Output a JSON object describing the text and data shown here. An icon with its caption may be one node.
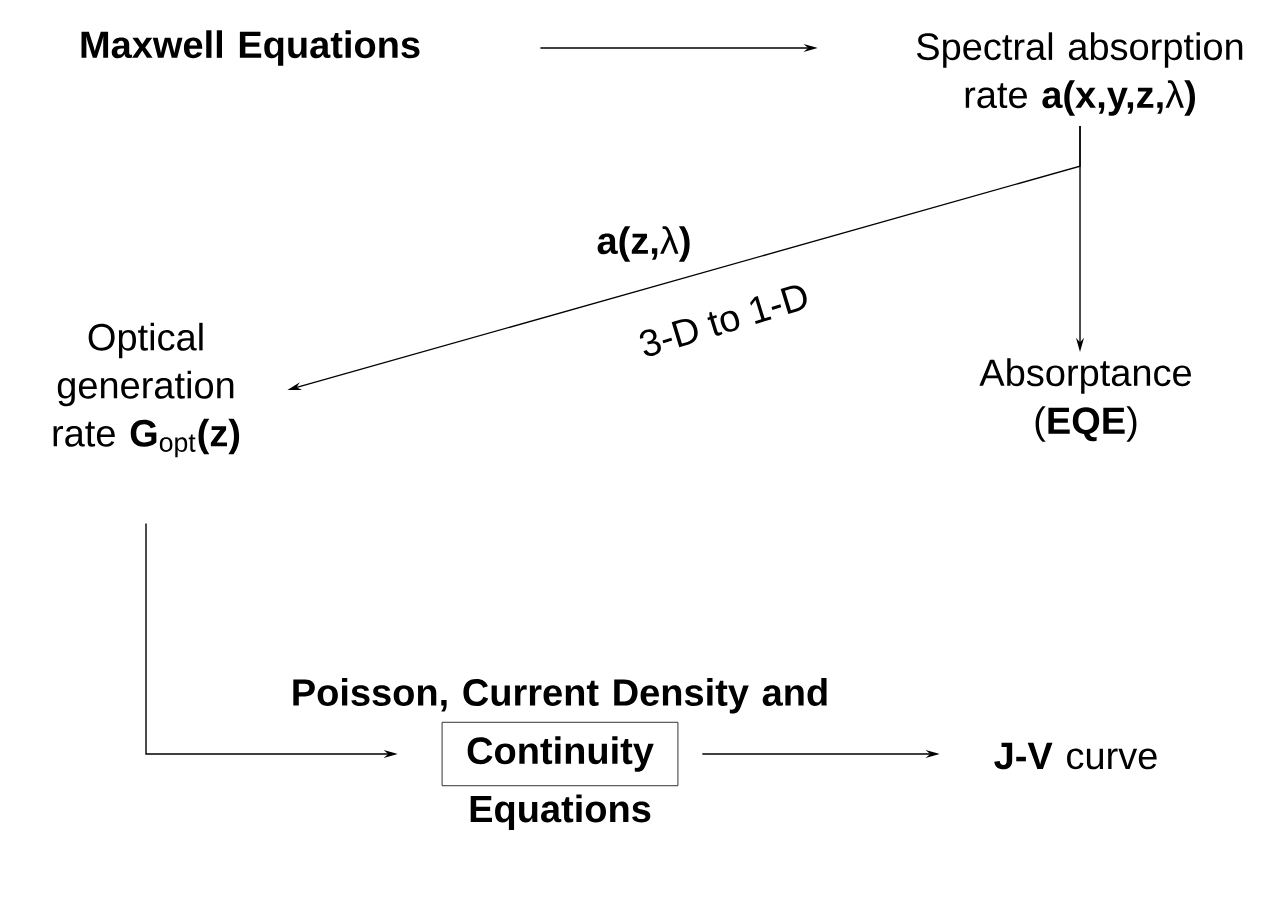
{
  "diagram": {
    "nodes": [
      {
        "text": [
          "Maxwell Equations"
        ]
      },
      {
        "text": [
          "Spectral absorption rate **a(x,y,z,**λ**)**"
        ]
      },
      {
        "text": [
          "Optical generation rate **G**$_{opt}$**(z)**"
        ]
      },
      {
        "text": [
          "Absorptance (**EQE**)"
        ]
      },
      {
        "text": [
          "Continuity"
        ],
        "beside": [
          "Poisson, Current Density and",
          "Equations"
        ]
      },
      {
        "text": [
          "**J-V** curve"
        ]
      }
    ],
    "edges": [
      {
        "from": 0,
        "to": 1,
        "arrow": "to"
      },
      {
        "from": 1,
        "to": 3,
        "arrow": "to"
      },
      {
        "from": 1,
        "to": 2,
        "arrow": "to",
        "label": "**a(z,**λ**)**"
      },
      {
        "from": 2,
        "to": 4,
        "arrow": "to"
      },
      {
        "from": 4,
        "to": 5,
        "arrow": "to"
      }
    ],
    "labels": [
      "3-D to 1-D"
    ]
  }
}
